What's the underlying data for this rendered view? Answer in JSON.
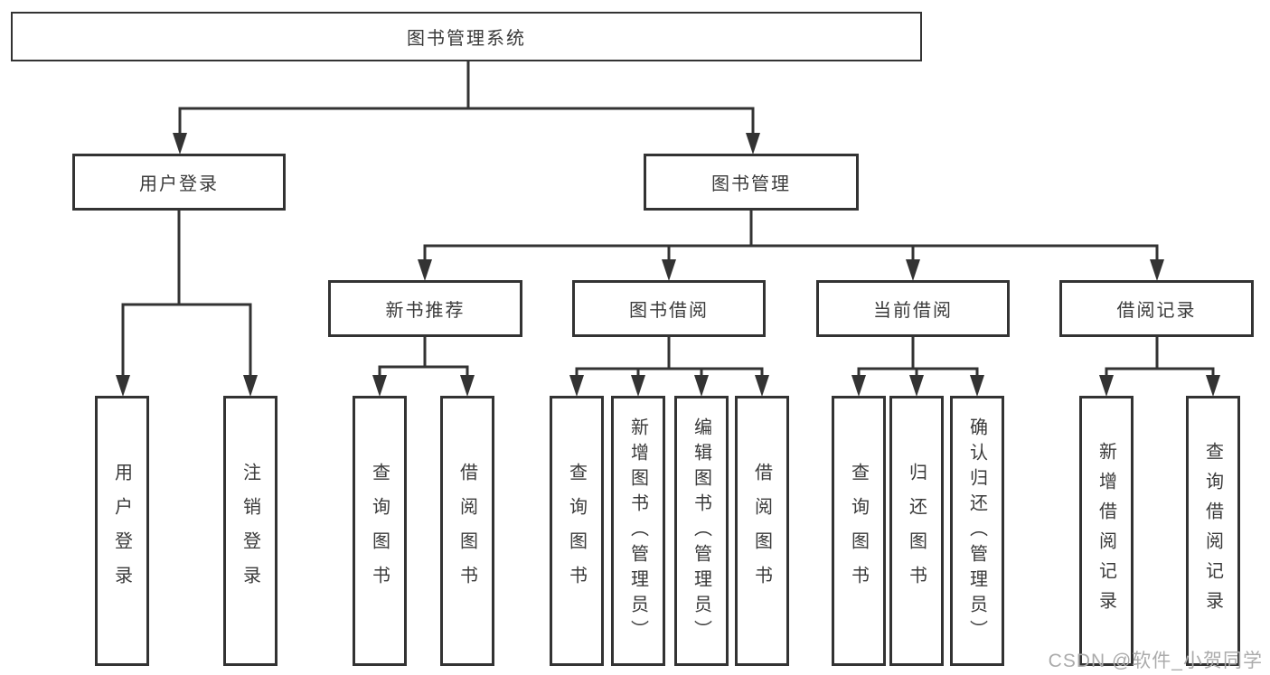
{
  "colors": {
    "line": "#333333",
    "box_border": "#333333",
    "text": "#3a3a3a",
    "watermark": "#ababab",
    "background": "#ffffff"
  },
  "watermark": {
    "text": "CSDN @软件_小贺同学"
  },
  "tree": {
    "root": {
      "label": "图书管理系统",
      "children": [
        {
          "label": "用户登录",
          "children": [
            {
              "label": "用户登录"
            },
            {
              "label": "注销登录"
            }
          ]
        },
        {
          "label": "图书管理",
          "children": [
            {
              "label": "新书推荐",
              "children": [
                {
                  "label": "查询图书"
                },
                {
                  "label": "借阅图书"
                }
              ]
            },
            {
              "label": "图书借阅",
              "children": [
                {
                  "label": "查询图书"
                },
                {
                  "label": "新增图书（管理员）"
                },
                {
                  "label": "编辑图书（管理员）"
                },
                {
                  "label": "借阅图书"
                }
              ]
            },
            {
              "label": "当前借阅",
              "children": [
                {
                  "label": "查询图书"
                },
                {
                  "label": "归还图书"
                },
                {
                  "label": "确认归还（管理员）"
                }
              ]
            },
            {
              "label": "借阅记录",
              "children": [
                {
                  "label": "新增借阅记录"
                },
                {
                  "label": "查询借阅记录"
                }
              ]
            }
          ]
        }
      ]
    }
  }
}
